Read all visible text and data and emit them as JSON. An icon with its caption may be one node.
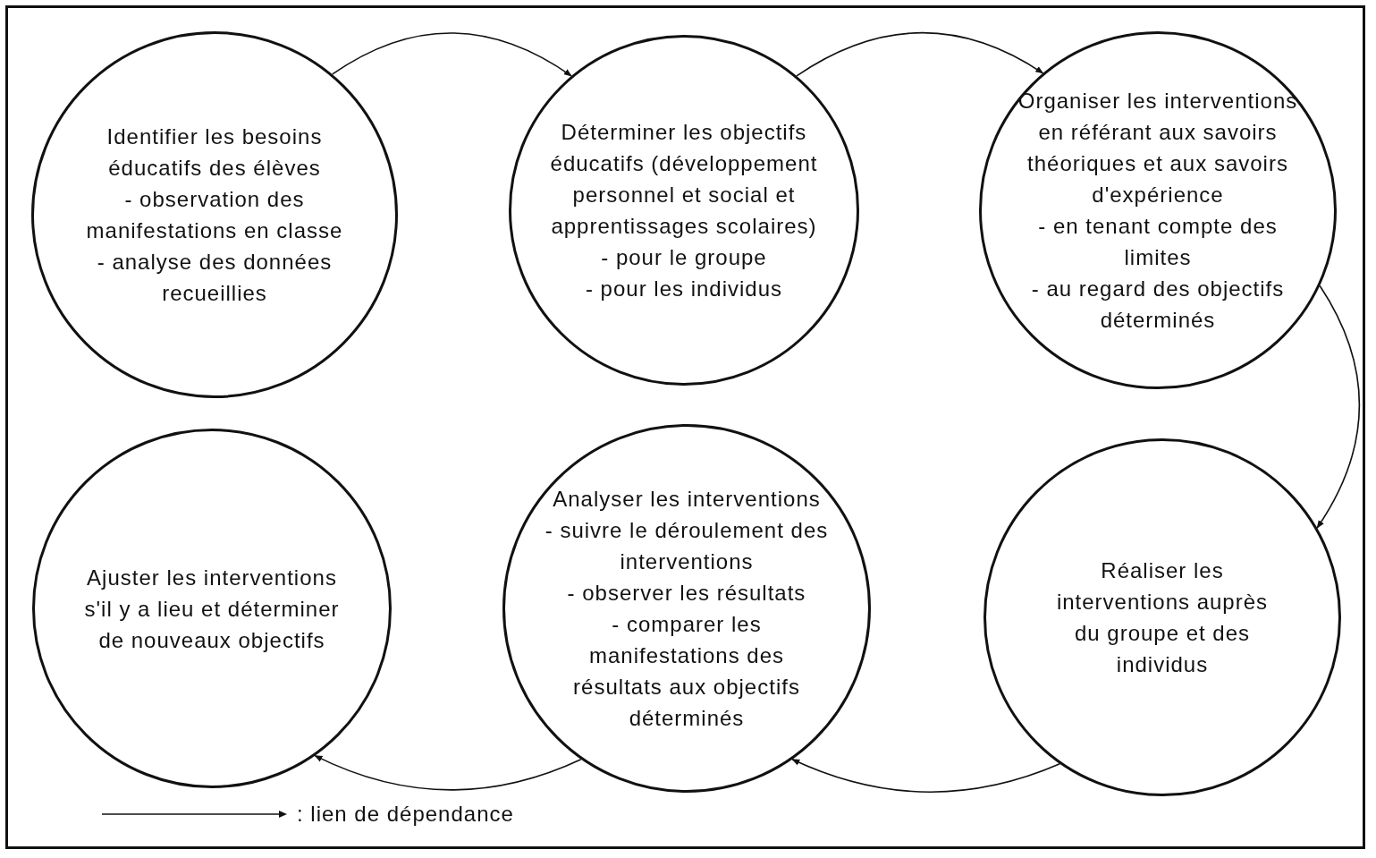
{
  "diagram": {
    "nodes": [
      {
        "text": [
          "Identifier les besoins éducatifs des élèves",
          "- observation des manifestations en classe",
          "- analyse des données recueillies"
        ]
      },
      {
        "text": [
          "Déterminer les objectifs éducatifs (développement personnel et social et apprentissages scolaires)",
          "- pour le groupe",
          "- pour les individus"
        ]
      },
      {
        "text": [
          "Organiser les interventions en référant aux savoirs théoriques et aux savoirs d'expérience",
          "- en tenant compte des limites",
          "- au regard des objectifs déterminés"
        ]
      },
      {
        "text": [
          "Ajuster les interventions s'il y a lieu et déterminer de nouveaux objectifs"
        ]
      },
      {
        "text": [
          "Analyser les interventions",
          "- suivre le déroulement des interventions",
          "- observer les résultats",
          "- comparer les manifestations des résultats aux objectifs déterminés"
        ]
      },
      {
        "text": [
          "Réaliser les interventions auprès du groupe et des individus"
        ]
      }
    ],
    "edges": [
      {
        "from": 0,
        "to": 1,
        "arrow": "to"
      },
      {
        "from": 1,
        "to": 2,
        "arrow": "to"
      },
      {
        "from": 2,
        "to": 5,
        "arrow": "to"
      },
      {
        "from": 5,
        "to": 4,
        "arrow": "to"
      },
      {
        "from": 4,
        "to": 3,
        "arrow": "to"
      }
    ],
    "legend": [
      {
        "text": ": lien de dépendance"
      }
    ]
  }
}
